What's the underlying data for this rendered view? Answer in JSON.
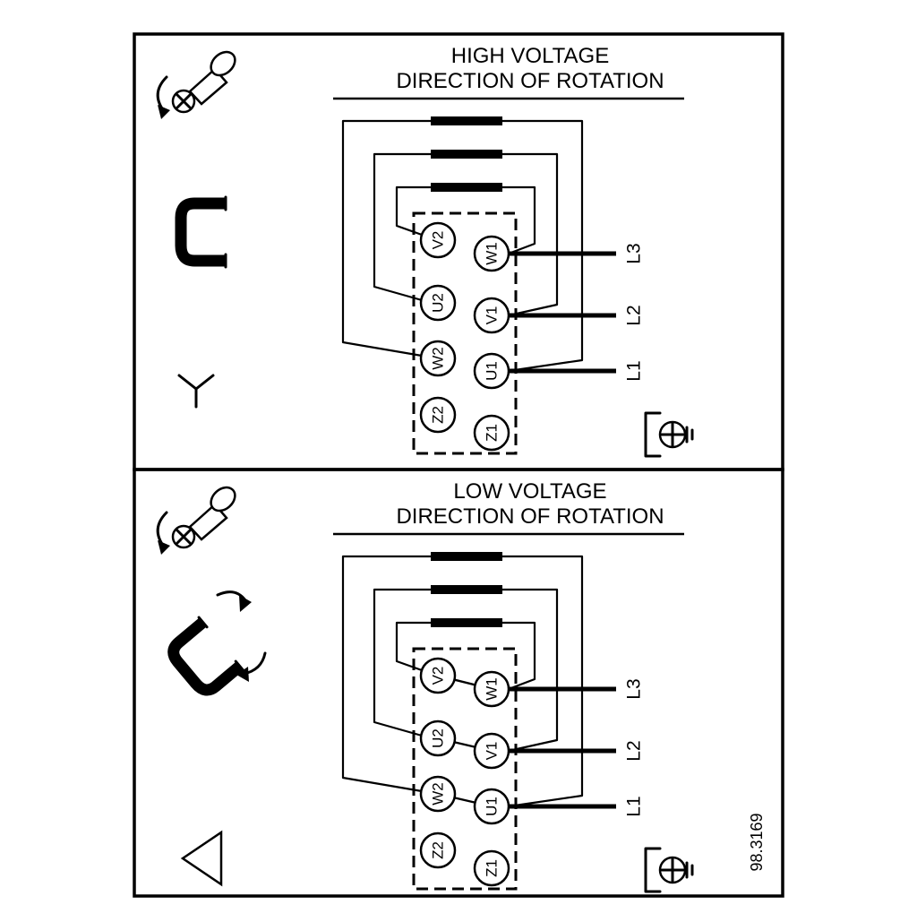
{
  "figure_number": "98.3169",
  "colors": {
    "ink": "#000000",
    "paper": "#ffffff"
  },
  "panels": [
    {
      "title": "HIGH VOLTAGE",
      "subtitle": "DIRECTION OF ROTATION",
      "connection_symbol": "star",
      "terminals_left": [
        "V2",
        "U2",
        "W2",
        "Z2"
      ],
      "terminals_right": [
        "W1",
        "V1",
        "U1",
        "Z1"
      ],
      "lines": [
        "L3",
        "L2",
        "L1"
      ],
      "icons": [
        "screw-rotation-icon",
        "jumper-link-icon",
        "star-icon",
        "ground-screw-icon"
      ]
    },
    {
      "title": "LOW VOLTAGE",
      "subtitle": "DIRECTION OF ROTATION",
      "connection_symbol": "delta",
      "terminals_left": [
        "V2",
        "U2",
        "W2",
        "Z2"
      ],
      "terminals_right": [
        "W1",
        "V1",
        "U1",
        "Z1"
      ],
      "lines": [
        "L3",
        "L2",
        "L1"
      ],
      "icons": [
        "screw-rotation-icon",
        "jumper-removal-icon",
        "delta-icon",
        "ground-screw-icon"
      ]
    }
  ]
}
